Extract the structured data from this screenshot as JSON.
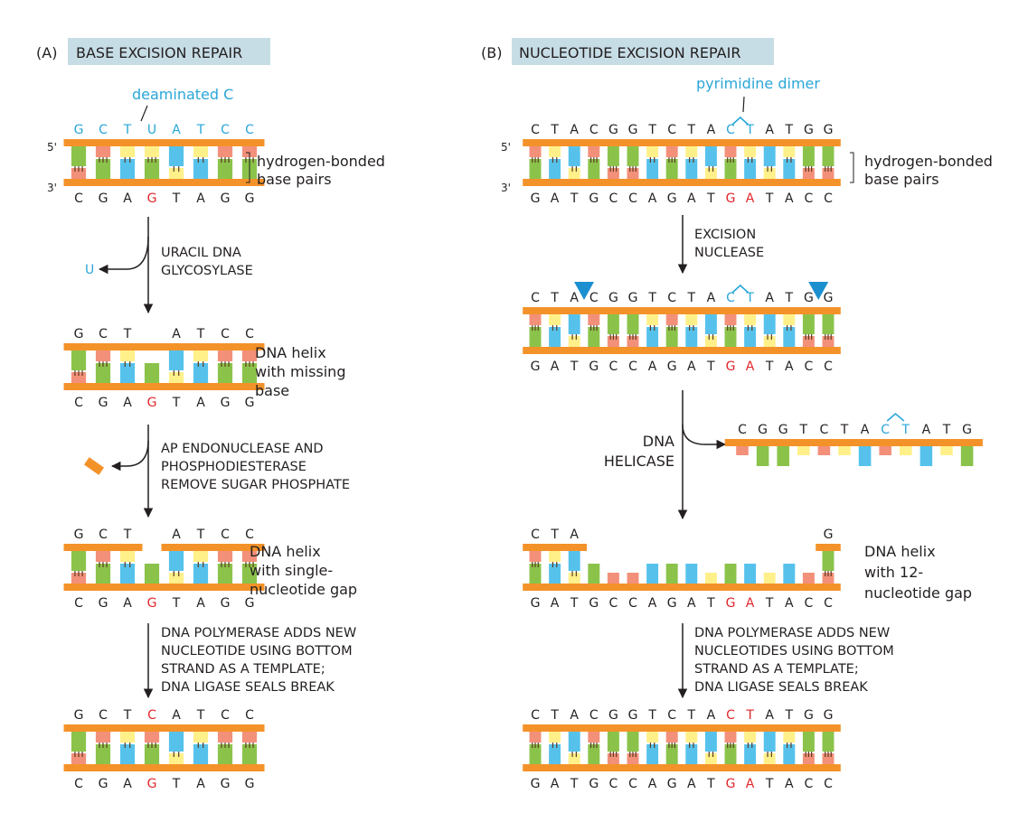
{
  "colors": {
    "backbone": "#f4922a",
    "green": "#8bc34a",
    "salmon": "#f3907a",
    "blue": "#56c2ec",
    "yellow": "#fff08a",
    "base_code_color": {
      "A": "blue",
      "T": "yellow",
      "G": "green",
      "C": "salmon",
      "U": "yellow"
    },
    "text": "#231f20",
    "red_letter": "#e0262b",
    "cyan_letter": "#2aa6d8",
    "header_bg": "#c7dde6",
    "triangle": "#1b8fd0"
  },
  "panel_a": {
    "letter": "(A)",
    "header": "BASE EXCISION REPAIR",
    "deaminated_label": "deaminated C",
    "five_prime": "5'",
    "three_prime": "3'",
    "bracket_label_1": "hydrogen-bonded",
    "bracket_label_2": "base pairs",
    "top_seq": [
      "G",
      "C",
      "T",
      "U",
      "A",
      "T",
      "C",
      "C"
    ],
    "bottom_seq": [
      "C",
      "G",
      "A",
      "G",
      "T",
      "A",
      "G",
      "G"
    ],
    "step1_line1": "URACIL DNA",
    "step1_line2": "GLYCOSYLASE",
    "released_base": "U",
    "s2_top": [
      "G",
      "C",
      "T",
      "",
      "A",
      "T",
      "C",
      "C"
    ],
    "s2_label_1": "DNA helix",
    "s2_label_2": "with missing",
    "s2_label_3": "base",
    "step2_line1": "AP ENDONUCLEASE AND",
    "step2_line2": "PHOSPHODIESTERASE",
    "step2_line3": "REMOVE SUGAR PHOSPHATE",
    "s3_label_1": "DNA helix",
    "s3_label_2": "with single-",
    "s3_label_3": "nucleotide gap",
    "step3_line1": "DNA POLYMERASE ADDS NEW",
    "step3_line2": "NUCLEOTIDE USING BOTTOM",
    "step3_line3": "STRAND AS A TEMPLATE;",
    "step3_line4": "DNA LIGASE SEALS BREAK",
    "final_top": [
      "G",
      "C",
      "T",
      "C",
      "A",
      "T",
      "C",
      "C"
    ]
  },
  "panel_b": {
    "letter": "(B)",
    "header": "NUCLEOTIDE EXCISION REPAIR",
    "dimer_label": "pyrimidine dimer",
    "five_prime": "5'",
    "three_prime": "3'",
    "bracket_label_1": "hydrogen-bonded",
    "bracket_label_2": "base pairs",
    "top_seq": [
      "C",
      "T",
      "A",
      "C",
      "G",
      "G",
      "T",
      "C",
      "T",
      "A",
      "C",
      "T",
      "A",
      "T",
      "G",
      "G"
    ],
    "bottom_seq": [
      "G",
      "A",
      "T",
      "G",
      "C",
      "C",
      "A",
      "G",
      "A",
      "T",
      "G",
      "A",
      "T",
      "A",
      "C",
      "C"
    ],
    "step1_line1": "EXCISION",
    "step1_line2": "NUCLEASE",
    "step2_line1": "DNA",
    "step2_line2": "HELICASE",
    "fragment_seq": [
      "C",
      "G",
      "G",
      "T",
      "C",
      "T",
      "A",
      "C",
      "T",
      "A",
      "T",
      "G"
    ],
    "s3_top_left": [
      "C",
      "T",
      "A"
    ],
    "s3_top_right": "G",
    "s3_label_1": "DNA helix",
    "s3_label_2": "with 12-",
    "s3_label_3": "nucleotide gap",
    "step3_line1": "DNA POLYMERASE ADDS NEW",
    "step3_line2": "NUCLEOTIDES USING BOTTOM",
    "step3_line3": "STRAND AS A TEMPLATE;",
    "step3_line4": "DNA LIGASE SEALS BREAK"
  }
}
